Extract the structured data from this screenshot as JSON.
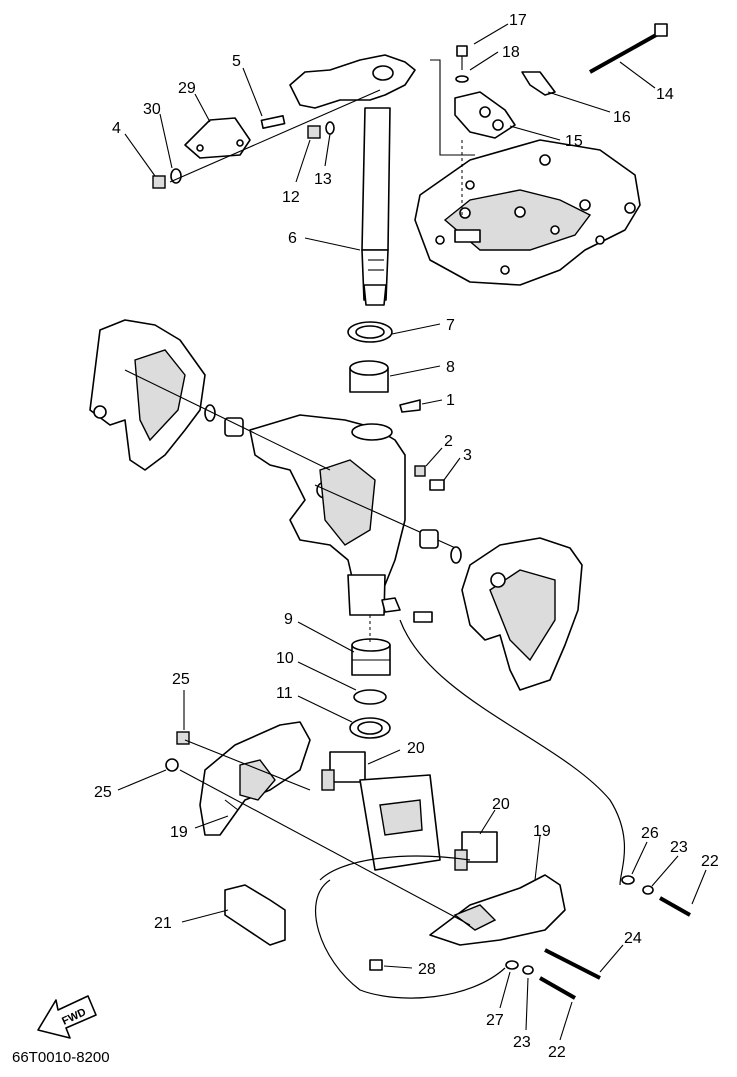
{
  "diagram_code": "66T0010-8200",
  "fwd_label": "FWD",
  "callouts": {
    "p1": "1",
    "p2": "2",
    "p3": "3",
    "p4": "4",
    "p5": "5",
    "p6": "6",
    "p7": "7",
    "p8": "8",
    "p9": "9",
    "p10": "10",
    "p11": "11",
    "p12": "12",
    "p13": "13",
    "p14": "14",
    "p15": "15",
    "p16": "16",
    "p17": "17",
    "p18": "18",
    "p19a": "19",
    "p19b": "19",
    "p20a": "20",
    "p20b": "20",
    "p21": "21",
    "p22a": "22",
    "p22b": "22",
    "p23a": "23",
    "p23b": "23",
    "p24": "24",
    "p25a": "25",
    "p25b": "25",
    "p26": "26",
    "p27": "27",
    "p28": "28",
    "p29": "29",
    "p30": "30"
  }
}
